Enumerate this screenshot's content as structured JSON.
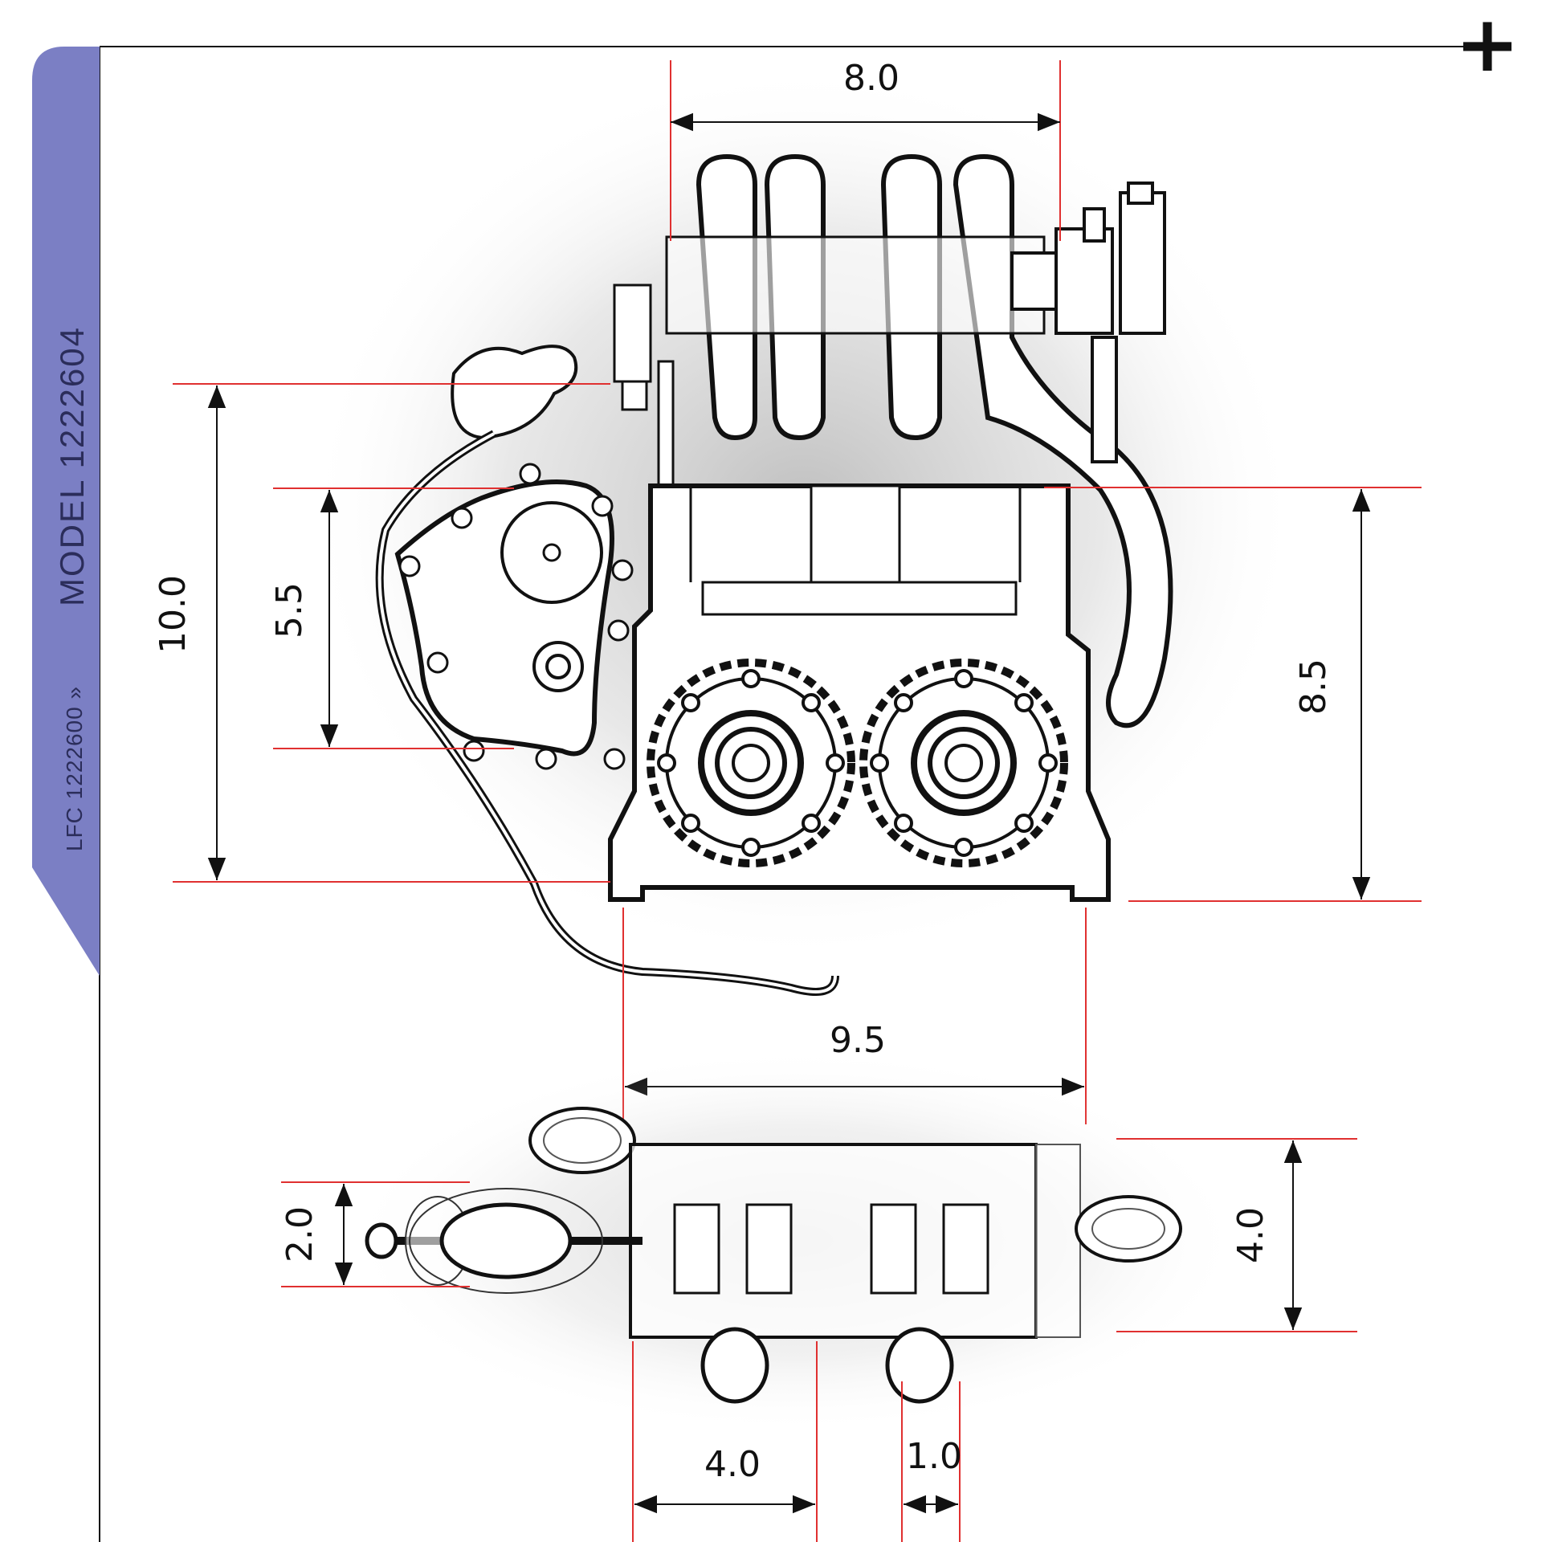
{
  "sheet": {
    "tab_primary_label": "MODEL 1222604",
    "tab_secondary_label": "LFC 1222600 »",
    "corner_mark": "+",
    "tab_color": "#7b7fc4",
    "dimension_color": "#e03030",
    "line_color": "#111111"
  },
  "top_view": {
    "dims": {
      "width_manifold": "8.0",
      "height_overall": "10.0",
      "height_cover": "5.5",
      "height_block": "8.5",
      "width_block": "9.5"
    }
  },
  "side_view": {
    "dims": {
      "height_left": "2.0",
      "height_right": "4.0",
      "width_port": "4.0",
      "width_pipe": "1.0"
    }
  }
}
